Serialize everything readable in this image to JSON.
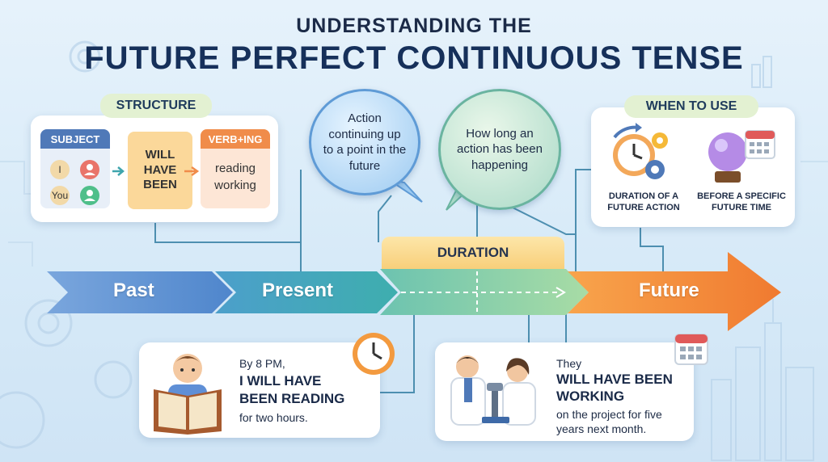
{
  "title": {
    "line1": "UNDERSTANDING THE",
    "line2": "FUTURE PERFECT CONTINUOUS TENSE"
  },
  "structure": {
    "heading": "STRUCTURE",
    "subject_label": "SUBJECT",
    "pronouns": [
      "I",
      "You"
    ],
    "auxiliary": [
      "WILL",
      "HAVE",
      "BEEN"
    ],
    "verb_label": "VERB+ING",
    "verb_examples": [
      "reading",
      "working"
    ]
  },
  "bubbles": {
    "meaning_1": "Action continuing up to a point in the future",
    "meaning_2": "How long an action has been happening"
  },
  "when_to_use": {
    "heading": "WHEN TO USE",
    "items": [
      {
        "caption_line1": "DURATION OF A",
        "caption_line2": "FUTURE ACTION",
        "icon": "clock-gears-icon"
      },
      {
        "caption_line1": "BEFORE A SPECIFIC",
        "caption_line2": "FUTURE TIME",
        "icon": "crystal-ball-calendar-icon"
      }
    ]
  },
  "duration_label": "DURATION",
  "timeline": {
    "past": "Past",
    "present": "Present",
    "future": "Future"
  },
  "examples": [
    {
      "intro": "By 8 PM,",
      "bold": [
        "I WILL HAVE",
        "BEEN READING"
      ],
      "rest": "for two hours.",
      "icon": "clock-icon"
    },
    {
      "intro": "They",
      "bold": [
        "WILL HAVE BEEN",
        "WORKING"
      ],
      "rest": [
        "on the project for five",
        "years next month."
      ],
      "icon": "calendar-icon"
    }
  ],
  "colors": {
    "past": "#5b8fd1",
    "present": "#3fa5ad",
    "duration": "#7cc7a5",
    "future": "#f38a3a",
    "accent_orange": "#f08c4a",
    "accent_blue": "#4f79b8"
  }
}
